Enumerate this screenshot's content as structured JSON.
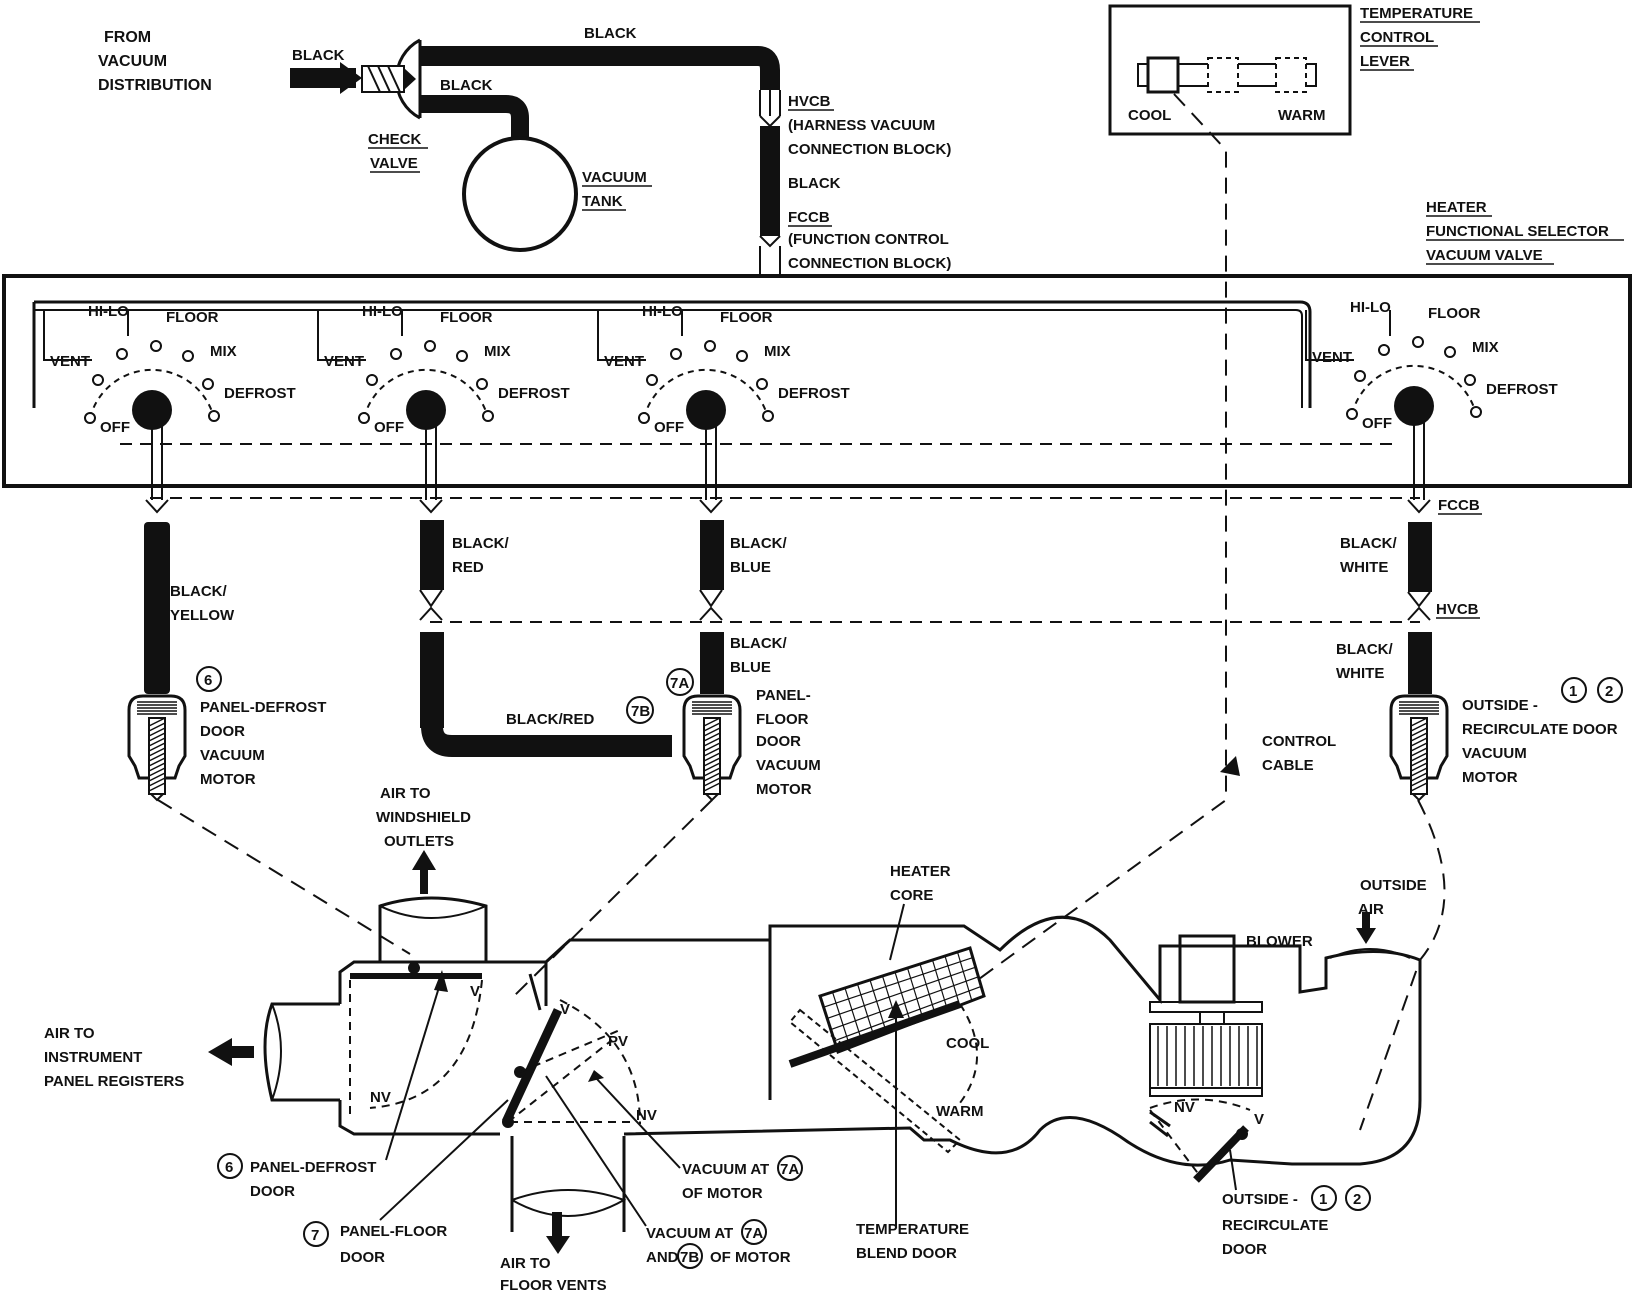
{
  "source": {
    "from_line1": "FROM",
    "from_line2": "VACUUM",
    "from_line3": "DISTRIBUTION",
    "black_in": "BLACK",
    "black_top": "BLACK",
    "black_tank": "BLACK",
    "check_valve_1": "CHECK",
    "check_valve_2": "VALVE",
    "vacuum_tank_1": "VACUUM",
    "vacuum_tank_2": "TANK",
    "hvcb": "HVCB",
    "hvcb_desc1": "(HARNESS VACUUM",
    "hvcb_desc2": "CONNECTION BLOCK)",
    "black_mid": "BLACK",
    "fccb": "FCCB",
    "fccb_desc1": "(FUNCTION CONTROL",
    "fccb_desc2": "CONNECTION BLOCK)"
  },
  "temp_lever": {
    "title1": "TEMPERATURE",
    "title2": "CONTROL",
    "title3": "LEVER",
    "cool": "COOL",
    "warm": "WARM"
  },
  "selector": {
    "title1": "HEATER",
    "title2": "FUNCTIONAL SELECTOR",
    "title3": "VACUUM VALVE",
    "positions": {
      "hilo": "HI-LO",
      "floor": "FLOOR",
      "vent": "VENT",
      "mix": "MIX",
      "defrost": "DEFROST",
      "off": "OFF"
    }
  },
  "lines": {
    "black_yellow_1": "BLACK/",
    "black_yellow_2": "YELLOW",
    "black_red_1": "BLACK/",
    "black_red_2": "RED",
    "black_blue_1": "BLACK/",
    "black_blue_2": "BLUE",
    "black_blue_b1": "BLACK/",
    "black_blue_b2": "BLUE",
    "black_white_1": "BLACK/",
    "black_white_2": "WHITE",
    "black_white_b1": "BLACK/",
    "black_white_b2": "WHITE",
    "fccb": "FCCB",
    "hvcb": "HVCB",
    "black_red_h": "BLACK/RED",
    "circ_7b": "7B",
    "circ_7a": "7A"
  },
  "motors": {
    "m6_num": "6",
    "m6_l1": "PANEL-DEFROST",
    "m6_l2": "DOOR",
    "m6_l3": "VACUUM",
    "m6_l4": "MOTOR",
    "m7_l1": "PANEL-",
    "m7_l2": "FLOOR",
    "m7_l3": "DOOR",
    "m7_l4": "VACUUM",
    "m7_l5": "MOTOR",
    "mo_l1": "OUTSIDE -",
    "mo_l2": "RECIRCULATE DOOR",
    "mo_l3": "VACUUM",
    "mo_l4": "MOTOR",
    "mo_n1": "1",
    "mo_n2": "2",
    "control_cable_1": "CONTROL",
    "control_cable_2": "CABLE"
  },
  "ductwork": {
    "air_windshield_1": "AIR TO",
    "air_windshield_2": "WINDSHIELD",
    "air_windshield_3": "OUTLETS",
    "air_panel_1": "AIR TO",
    "air_panel_2": "INSTRUMENT",
    "air_panel_3": "PANEL REGISTERS",
    "v": "V",
    "nv": "NV",
    "pv": "PV",
    "heater_core_1": "HEATER",
    "heater_core_2": "CORE",
    "cool": "COOL",
    "warm": "WARM",
    "blower": "BLOWER",
    "outside_air_1": "OUTSIDE",
    "outside_air_2": "AIR",
    "pd_door_num": "6",
    "pd_door_1": "PANEL-DEFROST",
    "pd_door_2": "DOOR",
    "pf_door_num": "7",
    "pf_door_1": "PANEL-FLOOR",
    "pf_door_2": "DOOR",
    "vac7a_1": "VACUUM AT",
    "vac7a_2": "OF MOTOR",
    "vac7ab_1": "VACUUM AT",
    "vac7ab_2": "AND",
    "vac7ab_3": "OF MOTOR",
    "air_floor_1": "AIR TO",
    "air_floor_2": "FLOOR VENTS",
    "temp_blend_1": "TEMPERATURE",
    "temp_blend_2": "BLEND DOOR",
    "ord_1": "OUTSIDE -",
    "ord_2": "RECIRCULATE",
    "ord_3": "DOOR",
    "ord_n1": "1",
    "ord_n2": "2"
  }
}
